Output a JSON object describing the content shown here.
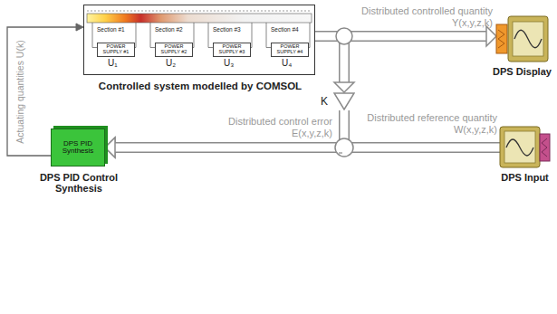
{
  "diagram": {
    "nodes": [
      {
        "text": [
          "Controlled system modelled by COMSOL"
        ]
      },
      {
        "text": [
          "POWER SUPPLY #1"
        ],
        "in": 0
      },
      {
        "text": [
          "POWER SUPPLY #2"
        ],
        "in": 0
      },
      {
        "text": [
          "POWER SUPPLY #3"
        ],
        "in": 0
      },
      {
        "text": [
          "POWER SUPPLY #4"
        ],
        "in": 0
      },
      {
        "text": [
          "DPS Display"
        ]
      },
      {
        "text": [
          "K"
        ]
      },
      {
        "text": [
          "DPS PID Synthesis",
          "DPS PID Control Synthesis"
        ]
      },
      {
        "text": [
          "DPS Input"
        ]
      }
    ],
    "edges": [
      {
        "from": 0,
        "to": 5,
        "arrow": "to",
        "label": "Distributed controlled quantity Y(x,y,z,k)"
      },
      {
        "from": 0,
        "to": 6,
        "arrow": "to"
      },
      {
        "from": 6,
        "to": 7,
        "arrow": "to",
        "label": "Distributed control error E(x,y,z,k)"
      },
      {
        "from": 8,
        "to": 7,
        "arrow": "to",
        "label": "Distributed reference quantity W(x,y,z,k)"
      },
      {
        "from": 7,
        "to": 0,
        "arrow": "to",
        "label": "Actuating quantities U(k)"
      }
    ],
    "labels": [
      "Section #1",
      "Section #2",
      "Section #3",
      "Section #4",
      "U₁",
      "U₂",
      "U₃",
      "U₄"
    ]
  }
}
